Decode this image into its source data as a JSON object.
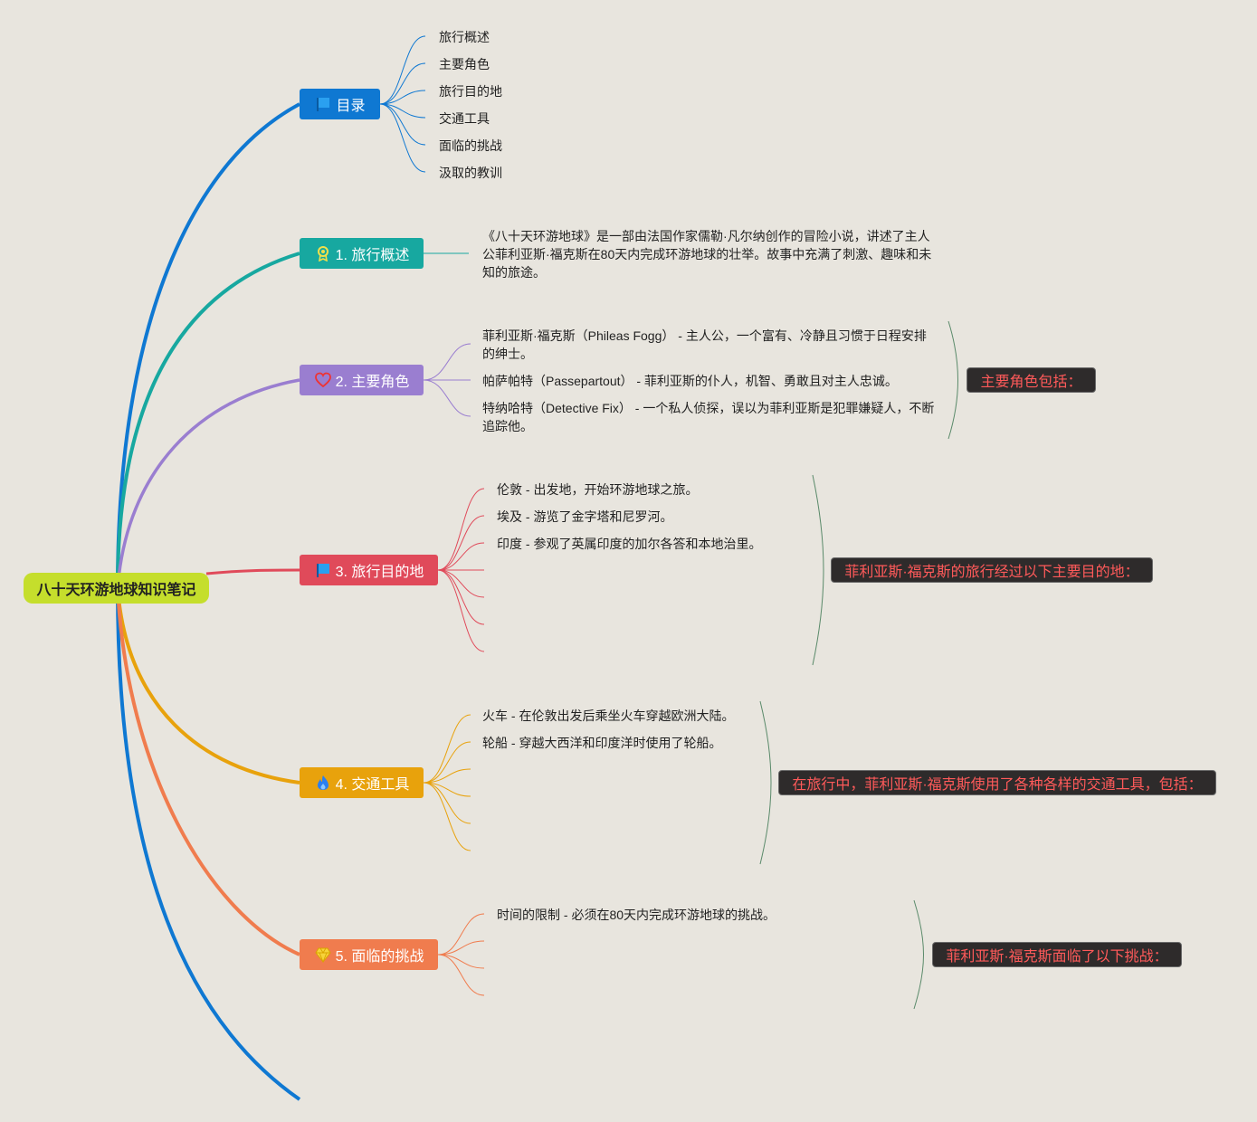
{
  "root": {
    "title": "八十天环游地球知识笔记"
  },
  "toc": {
    "label": "目录",
    "items": [
      "旅行概述",
      "主要角色",
      "旅行目的地",
      "交通工具",
      "面临的挑战",
      "汲取的教训"
    ]
  },
  "overview": {
    "label": "1. 旅行概述",
    "text": "《八十天环游地球》是一部由法国作家儒勒·凡尔纳创作的冒险小说，讲述了主人公菲利亚斯·福克斯在80天内完成环游地球的壮举。故事中充满了刺激、趣味和未知的旅途。"
  },
  "characters": {
    "label": "2. 主要角色",
    "items": [
      "菲利亚斯·福克斯（Phileas Fogg） - 主人公，一个富有、冷静且习惯于日程安排的绅士。",
      "帕萨帕特（Passepartout） - 菲利亚斯的仆人，机智、勇敢且对主人忠诚。",
      "特纳哈特（Detective Fix） - 一个私人侦探，误以为菲利亚斯是犯罪嫌疑人，不断追踪他。"
    ],
    "callout": "主要角色包括："
  },
  "destinations": {
    "label": "3. 旅行目的地",
    "items": [
      "伦敦 - 出发地，开始环游地球之旅。",
      "埃及 - 游览了金字塔和尼罗河。",
      "印度 - 参观了英属印度的加尔各答和本地治里。"
    ],
    "callout": "菲利亚斯·福克斯的旅行经过以下主要目的地："
  },
  "transport": {
    "label": "4. 交通工具",
    "items": [
      "火车 - 在伦敦出发后乘坐火车穿越欧洲大陆。",
      "轮船 - 穿越大西洋和印度洋时使用了轮船。"
    ],
    "callout": "在旅行中，菲利亚斯·福克斯使用了各种各样的交通工具，包括："
  },
  "challenges": {
    "label": "5. 面临的挑战",
    "items": [
      "时间的限制 - 必须在80天内完成环游地球的挑战。"
    ],
    "callout": "菲利亚斯·福克斯面临了以下挑战："
  },
  "icons": {
    "toc": "flag-icon",
    "overview": "award-ribbon-icon",
    "characters": "heart-icon",
    "destinations": "square-flag-icon",
    "transport": "flame-icon",
    "challenges": "diamond-icon"
  },
  "colors": {
    "background": "#e8e5de",
    "root": "#c5de2c",
    "toc": "#0f78d2",
    "overview": "#17a8a0",
    "characters": "#9a7ed0",
    "destinations": "#e04a5a",
    "transport": "#e8a20c",
    "challenges": "#f07c4e",
    "callout_text": "#ff5a5a",
    "callout_bg": "#2e2b2b",
    "bracket": "#5a8a6a"
  }
}
